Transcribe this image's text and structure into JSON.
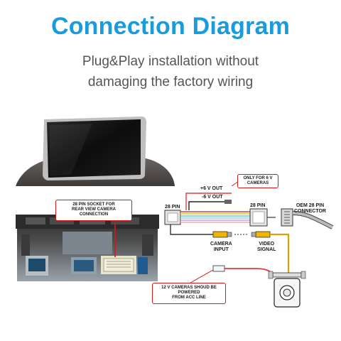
{
  "header": {
    "title": "Connection Diagram",
    "subtitle_line1": "Plug&Play installation without",
    "subtitle_line2": "damaging the factory wiring"
  },
  "labels": {
    "plus6": "+6 V OUT",
    "minus6": "-6 V OUT",
    "pin28_left": "28 PIN",
    "pin28_right": "28 PIN",
    "oem_line1": "OEM 28 PIN",
    "oem_line2": "CONNECTOR",
    "camera_input_line1": "CAMERA",
    "camera_input_line2": "INPUT",
    "video_signal_line1": "VIDEO",
    "video_signal_line2": "SIGNAL"
  },
  "callouts": {
    "only6v_line1": "ONLY FOR 6 V",
    "only6v_line2": "CAMERAS",
    "socket_line1": "28 PIN SOCKET FOR",
    "socket_line2": "REAR VIEW CAMERA",
    "socket_line3": "CONNECTION",
    "power_line1": "12 V CAMERAS SHOUD BE",
    "power_line2": "POWERED",
    "power_line3": "FROM ACC LINE"
  },
  "colors": {
    "title": "#1a9bdc",
    "callout_border": "#d31a1a",
    "video_wire": "#d6a400",
    "power_wire": "#e23b3b"
  }
}
